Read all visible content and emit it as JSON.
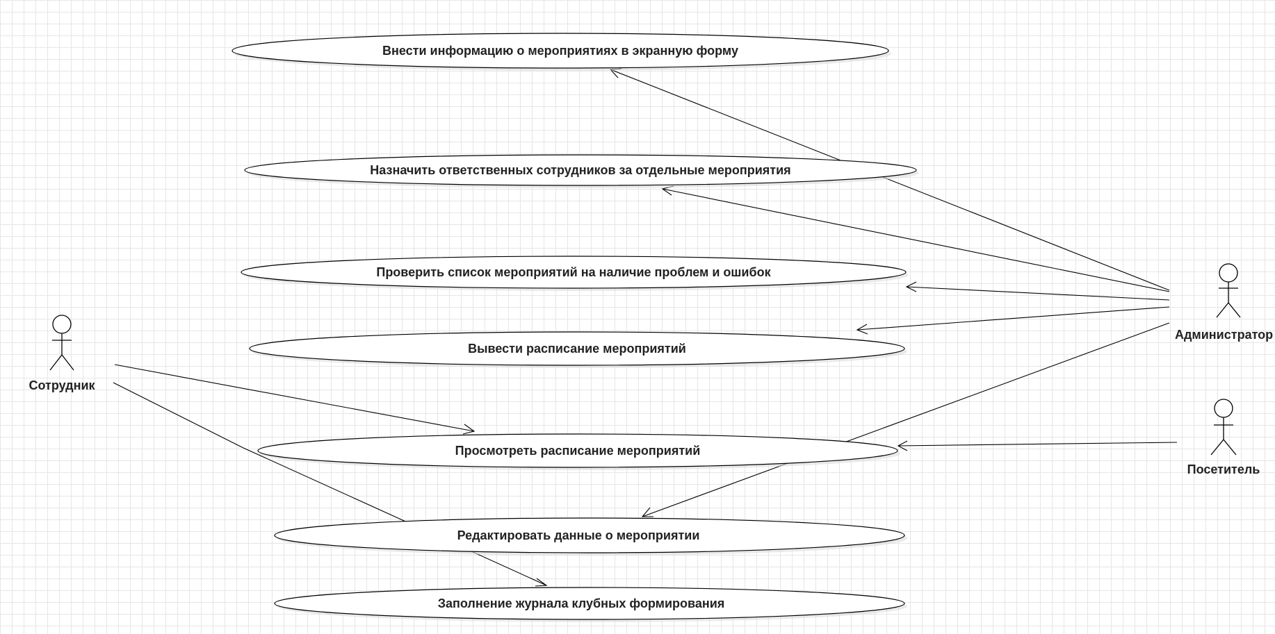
{
  "diagram": {
    "type": "uml-use-case",
    "actors": [
      {
        "id": "a1",
        "label": "Сотрудник"
      },
      {
        "id": "a2",
        "label": "Администратор"
      },
      {
        "id": "a3",
        "label": "Посетитель"
      }
    ],
    "use_cases": [
      {
        "id": "u1",
        "label": "Внести информацию о  мероприятиях в экранную форму"
      },
      {
        "id": "u2",
        "label": "Назначить ответственных сотрудников за отдельные мероприятия"
      },
      {
        "id": "u3",
        "label": "Проверить список мероприятий на наличие проблем и ошибок"
      },
      {
        "id": "u4",
        "label": "Вывести расписание мероприятий"
      },
      {
        "id": "u5",
        "label": "Просмотреть расписание мероприятий"
      },
      {
        "id": "u6",
        "label": "Редактировать данные о мероприятии"
      },
      {
        "id": "u7",
        "label": "Заполнение журнала клубных формирования"
      }
    ],
    "associations": [
      {
        "from": "a2",
        "to": "u1"
      },
      {
        "from": "a2",
        "to": "u2"
      },
      {
        "from": "a2",
        "to": "u3"
      },
      {
        "from": "a2",
        "to": "u4"
      },
      {
        "from": "a2",
        "to": "u6"
      },
      {
        "from": "a1",
        "to": "u5"
      },
      {
        "from": "a1",
        "to": "u7"
      },
      {
        "from": "a3",
        "to": "u5"
      }
    ],
    "colors": {
      "grid": "#e6e6e6",
      "stroke": "#000000",
      "text": "#222222"
    }
  }
}
